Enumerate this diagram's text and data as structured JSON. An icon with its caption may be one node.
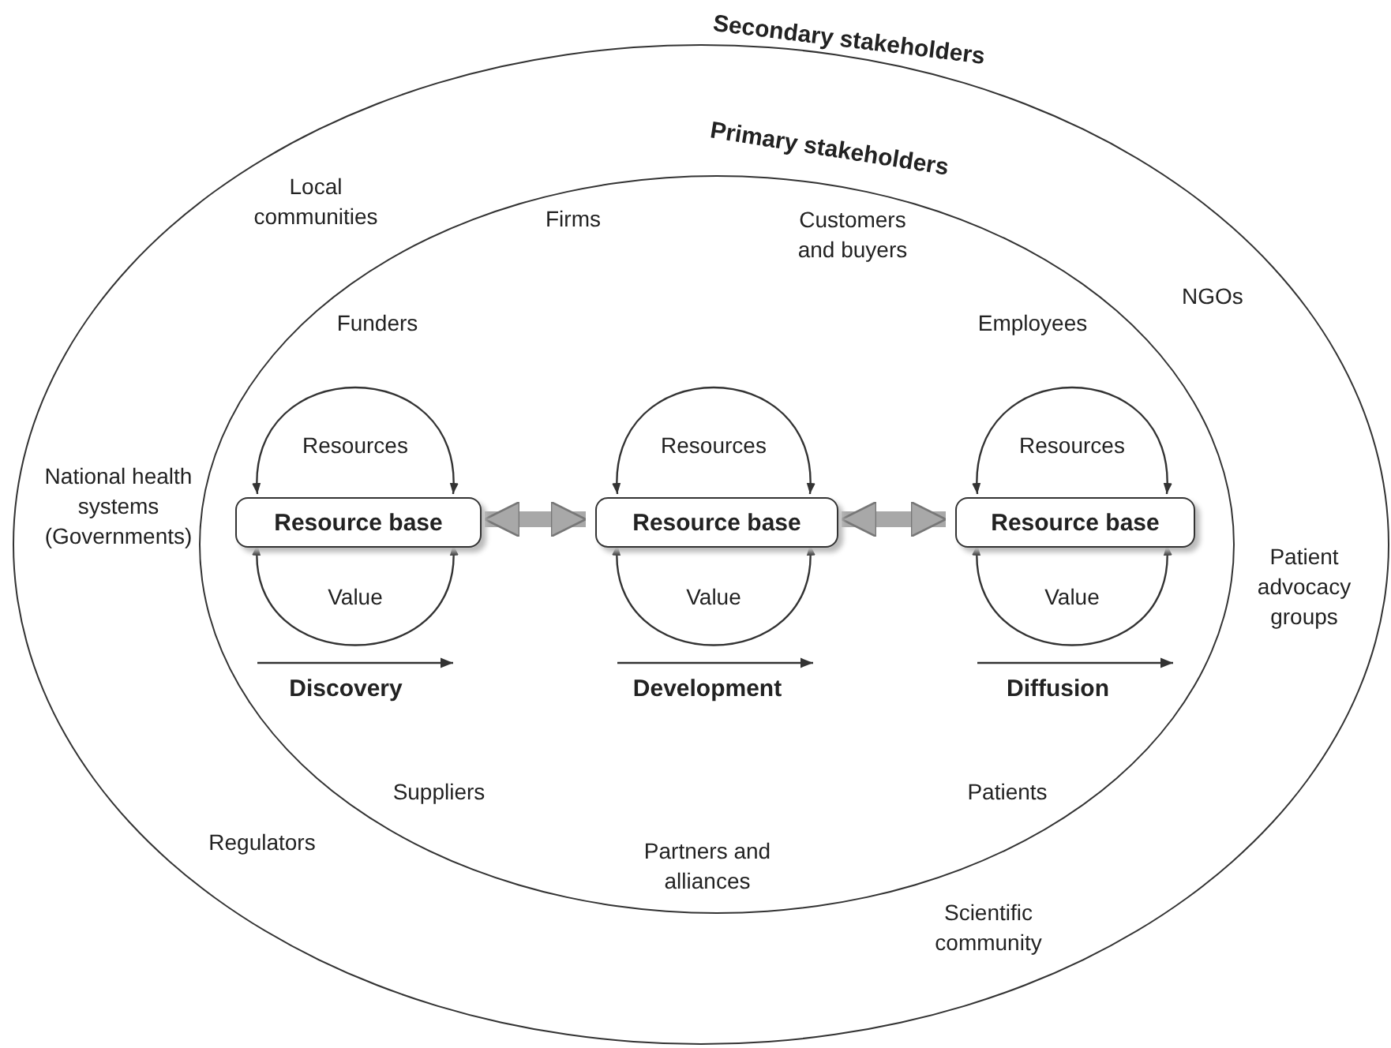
{
  "diagram": {
    "nodes": [
      {
        "text": [
          "Secondary stakeholders"
        ]
      },
      {
        "text": [
          "Primary stakeholders"
        ],
        "in": 0
      },
      {
        "text": [
          "Resource base"
        ],
        "in": 1
      },
      {
        "text": [
          "Resource base"
        ],
        "in": 1
      },
      {
        "text": [
          "Resource base"
        ],
        "in": 1
      }
    ],
    "edges": [
      {
        "from": 2,
        "to": 2,
        "arrow": "both",
        "label": "Resources"
      },
      {
        "from": 2,
        "to": 2,
        "arrow": "both",
        "label": "Value"
      },
      {
        "from": 3,
        "to": 3,
        "arrow": "both",
        "label": "Resources"
      },
      {
        "from": 3,
        "to": 3,
        "arrow": "both",
        "label": "Value"
      },
      {
        "from": 4,
        "to": 4,
        "arrow": "both",
        "label": "Resources"
      },
      {
        "from": 4,
        "to": 4,
        "arrow": "both",
        "label": "Value"
      },
      {
        "from": 2,
        "to": 3,
        "arrow": "both",
        "style": "thick",
        "color": "#a8a8a8"
      },
      {
        "from": 3,
        "to": 4,
        "arrow": "both",
        "style": "thick",
        "color": "#a8a8a8"
      }
    ],
    "labels": [
      "Local communities",
      "Firms",
      "Customers and buyers",
      "NGOs",
      "Funders",
      "Employees",
      "National health systems (Governments)",
      "Patient advocacy groups",
      "Discovery",
      "Development",
      "Diffusion",
      "Suppliers",
      "Patients",
      "Regulators",
      "Partners and alliances",
      "Scientific community"
    ]
  }
}
